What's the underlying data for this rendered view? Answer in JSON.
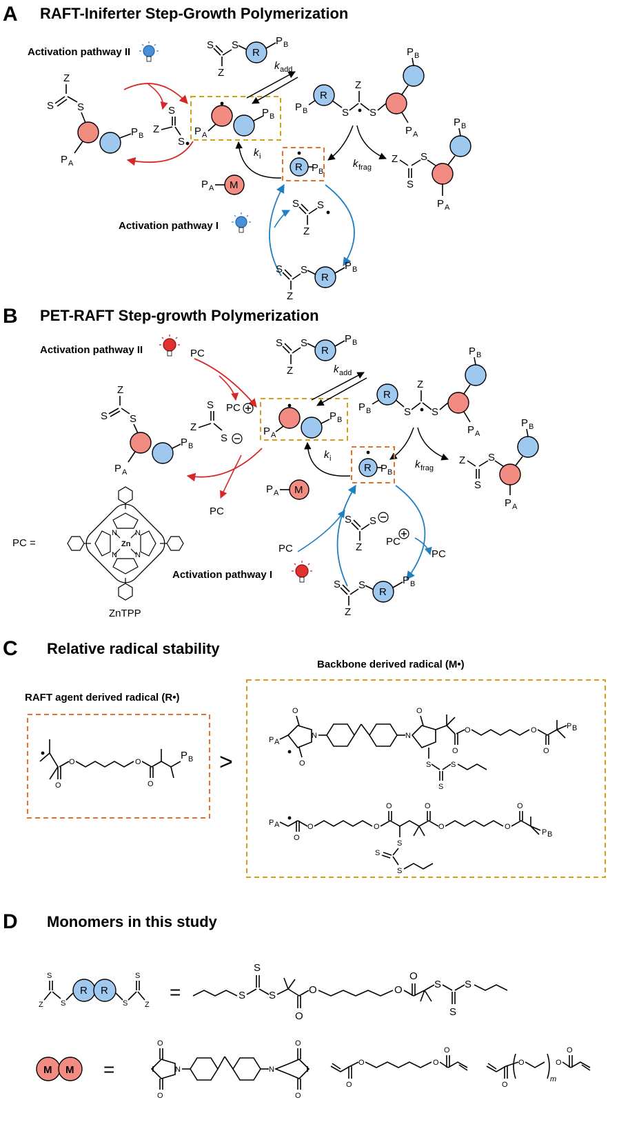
{
  "panels": {
    "a": {
      "letter": "A",
      "title": "RAFT-Iniferter Step-Growth Polymerization"
    },
    "b": {
      "letter": "B",
      "title": "PET-RAFT Step-growth Polymerization"
    },
    "c": {
      "letter": "C",
      "title": "Relative radical stability"
    },
    "d": {
      "letter": "D",
      "title": "Monomers in this study"
    }
  },
  "labels": {
    "pathway_two": "Activation pathway II",
    "pathway_one": "Activation pathway I",
    "Z": "Z",
    "S": "S",
    "R": "R",
    "M": "M",
    "P": "P",
    "A": "A",
    "B": "B",
    "k": "k",
    "add": "add",
    "frag": "frag",
    "i": "i",
    "PC": "PC",
    "pc_eq": "PC =",
    "zntpp": "ZnTPP",
    "zn": "Zn",
    "n": "N",
    "O": "O",
    "m": "m",
    "equals": "=",
    "greater": ">",
    "raft_radical": "RAFT agent derived radical (R•)",
    "backbone_radical": "Backbone derived radical (M•)"
  },
  "colors": {
    "red_monomer": "#f28b82",
    "blue_raft": "#9fc8ef",
    "red_arrow": "#d62828",
    "blue_arrow": "#1f7fc1",
    "gold_box": "#d4a017",
    "orange_box": "#e2712a"
  }
}
